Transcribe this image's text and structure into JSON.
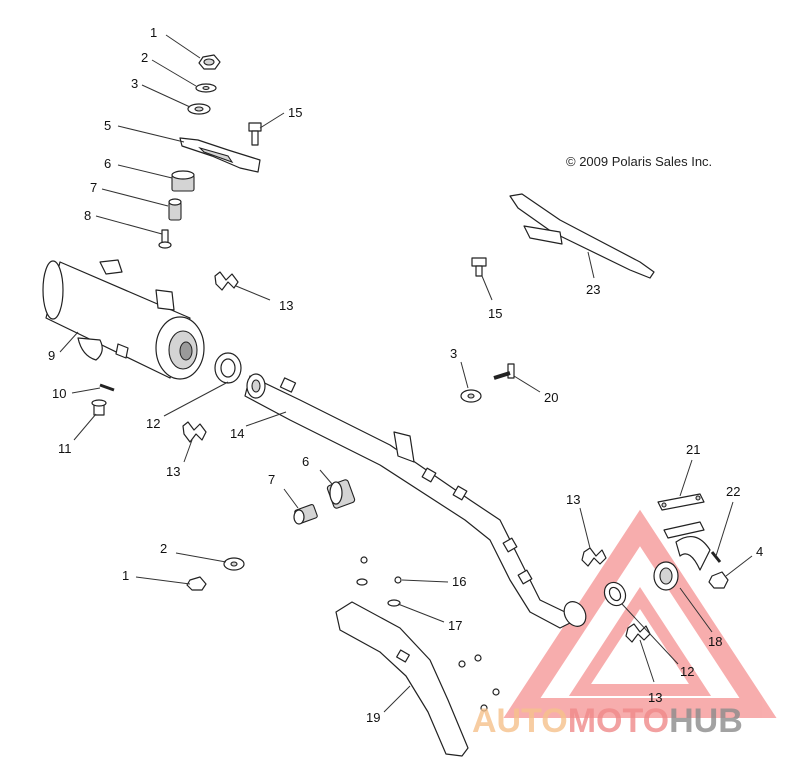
{
  "copyright": "© 2009 Polaris Sales Inc.",
  "watermark": {
    "part1": "AUTO",
    "part2": "MOTO",
    "part3": "HUB",
    "colors": {
      "triangle": "#f26b6b",
      "auto": "#f6c18c",
      "moto": "#f08a8a",
      "hub": "#8c8c8c"
    }
  },
  "callouts": {
    "c1": "1",
    "c2": "2",
    "c3": "3",
    "c5": "5",
    "c15a": "15",
    "c6": "6",
    "c7": "7",
    "c8": "8",
    "c9": "9",
    "c13a": "13",
    "c10": "10",
    "c11": "11",
    "c12a": "12",
    "c13b": "13",
    "c14": "14",
    "c23": "23",
    "c15b": "15",
    "c3b": "3",
    "c20": "20",
    "c6b": "6",
    "c7b": "7",
    "c21": "21",
    "c22": "22",
    "c13c": "13",
    "c4": "4",
    "c2b": "2",
    "c1b": "1",
    "c16": "16",
    "c17": "17",
    "c18": "18",
    "c12b": "12",
    "c13d": "13",
    "c19": "19"
  }
}
